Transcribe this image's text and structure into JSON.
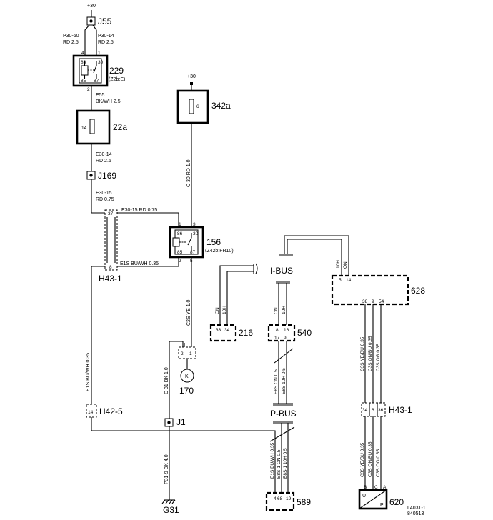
{
  "supply": {
    "j55_top": "+30",
    "c342a_top": "+30"
  },
  "components": {
    "j55": "J55",
    "relay229": {
      "ref": "229",
      "sub": "(Z2b:E)",
      "pins": [
        "86",
        "30",
        "85",
        "87"
      ],
      "top_pins": [
        "4",
        "1"
      ],
      "bottom_pin": "2"
    },
    "fuse22a": {
      "ref": "22a",
      "value": "14"
    },
    "j169": "J169",
    "fuse342a": {
      "ref": "342a",
      "value": "6"
    },
    "relay156": {
      "ref": "156",
      "sub": "(Z42b:FR10)",
      "pins": [
        "86",
        "30",
        "85",
        "87"
      ],
      "top_pins": [
        "1",
        "3"
      ],
      "bottom_pins": [
        "2",
        "5"
      ]
    },
    "h43_left": {
      "ref": "H43-1",
      "pins": [
        "37",
        "8"
      ]
    },
    "h42_5": {
      "ref": "H42-5",
      "pin": "14"
    },
    "motor170": {
      "ref": "170",
      "pins": [
        "2",
        "1"
      ],
      "symbol": "K"
    },
    "j1": "J1",
    "ground": "G31",
    "ibus": "I-BUS",
    "pbus": "P-BUS",
    "c216": {
      "ref": "216",
      "pins": [
        "33",
        "34"
      ]
    },
    "c540": {
      "ref": "540",
      "pins_top": [
        "8",
        "16"
      ],
      "pins_bottom": [
        "17",
        "9"
      ]
    },
    "c628": {
      "ref": "628",
      "pins_top": [
        "5",
        "14"
      ],
      "pins_bottom": [
        "38",
        "9",
        "54"
      ]
    },
    "h43_right": {
      "ref": "H43-1",
      "pins": [
        "34",
        "6",
        "36"
      ]
    },
    "c620": {
      "ref": "620",
      "pins": [
        "B",
        "C",
        "A"
      ],
      "symbol_left": "U",
      "symbol_right": "P"
    },
    "c589": {
      "ref": "589",
      "pins": [
        "4",
        "68",
        "19"
      ]
    }
  },
  "wires": {
    "p30_60": [
      "P30-60",
      "RD  2.5"
    ],
    "p30_14": [
      "P30-14",
      "RD  2.5"
    ],
    "e55": [
      "E55",
      "BK/WH  2.5"
    ],
    "e30_14": [
      "E30-14",
      "RD  2.5"
    ],
    "e30_15a": [
      "E30-15",
      "RD  0.75"
    ],
    "e30_15b": "E30-15    RD   0.75",
    "e1s_h": "E1S  BU/WH  0.35",
    "c30": "C 30  RD  1.0",
    "c2s": "C2S  YE  1.0",
    "c31": "C 31  BK  1.0",
    "p31": "P31-9  BK  4.0",
    "e1s_v": "E1S  BU/WH  0.35",
    "ibus_216": [
      "ON",
      "10H"
    ],
    "ibus_540": [
      "ON",
      "10H"
    ],
    "ibus_628": [
      "10H",
      "ON"
    ],
    "p540": [
      "E8S  ON  0.5",
      "E8S  10H  0.5"
    ],
    "p589": [
      "E1S  BU/WH  0.35",
      "E8S-1  ON  0.5",
      "E8S-1  10H  0.5"
    ],
    "c628_down": [
      "C3S  YE/BU  0.35",
      "C3S  ON/BU  0.35",
      "C3S  OG  0.35"
    ],
    "c620_up": [
      "C3S  YE/BU  0.35",
      "C3S  ON/BU  0.35",
      "C3S  OG  0.35"
    ]
  },
  "footer": [
    "L4031-1",
    "840513"
  ]
}
